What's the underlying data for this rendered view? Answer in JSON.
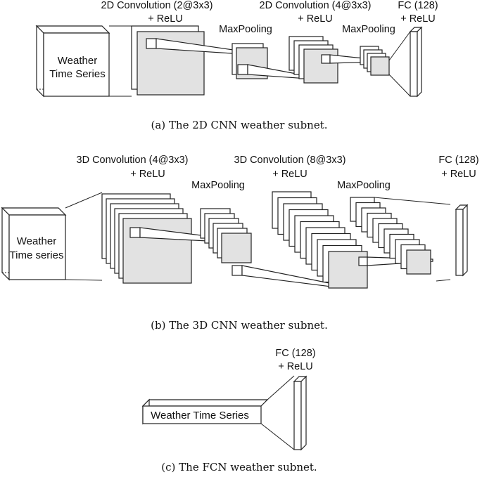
{
  "panel_a": {
    "input_label_line1": "Weather",
    "input_label_line2": "Time Series",
    "conv1_line1": "2D Convolution (2@3x3)",
    "conv1_line2": "+ ReLU",
    "pool1": "MaxPooling",
    "conv2_line1": "2D Convolution (4@3x3)",
    "conv2_line2": "+ ReLU",
    "pool2": "MaxPooling",
    "fc_line1": "FC (128)",
    "fc_line2": "+ ReLU",
    "caption": "(a) The 2D CNN weather subnet."
  },
  "panel_b": {
    "input_label_line1": "Weather",
    "input_label_line2": "Time series",
    "conv1_line1": "3D Convolution (4@3x3)",
    "conv1_line2": "+ ReLU",
    "pool1": "MaxPooling",
    "conv2_line1": "3D Convolution (8@3x3)",
    "conv2_line2": "+ ReLU",
    "pool2": "MaxPooling",
    "fc_line1": "FC (128)",
    "fc_line2": "+ ReLU",
    "caption": "(b) The 3D CNN weather subnet."
  },
  "panel_c": {
    "input_label": "Weather Time Series",
    "fc_line1": "FC (128)",
    "fc_line2": "+ ReLU",
    "caption": "(c) The FCN weather subnet."
  },
  "colors": {
    "stroke": "#222222",
    "fill_white": "#ffffff",
    "fill_gray": "#e2e2e2"
  }
}
